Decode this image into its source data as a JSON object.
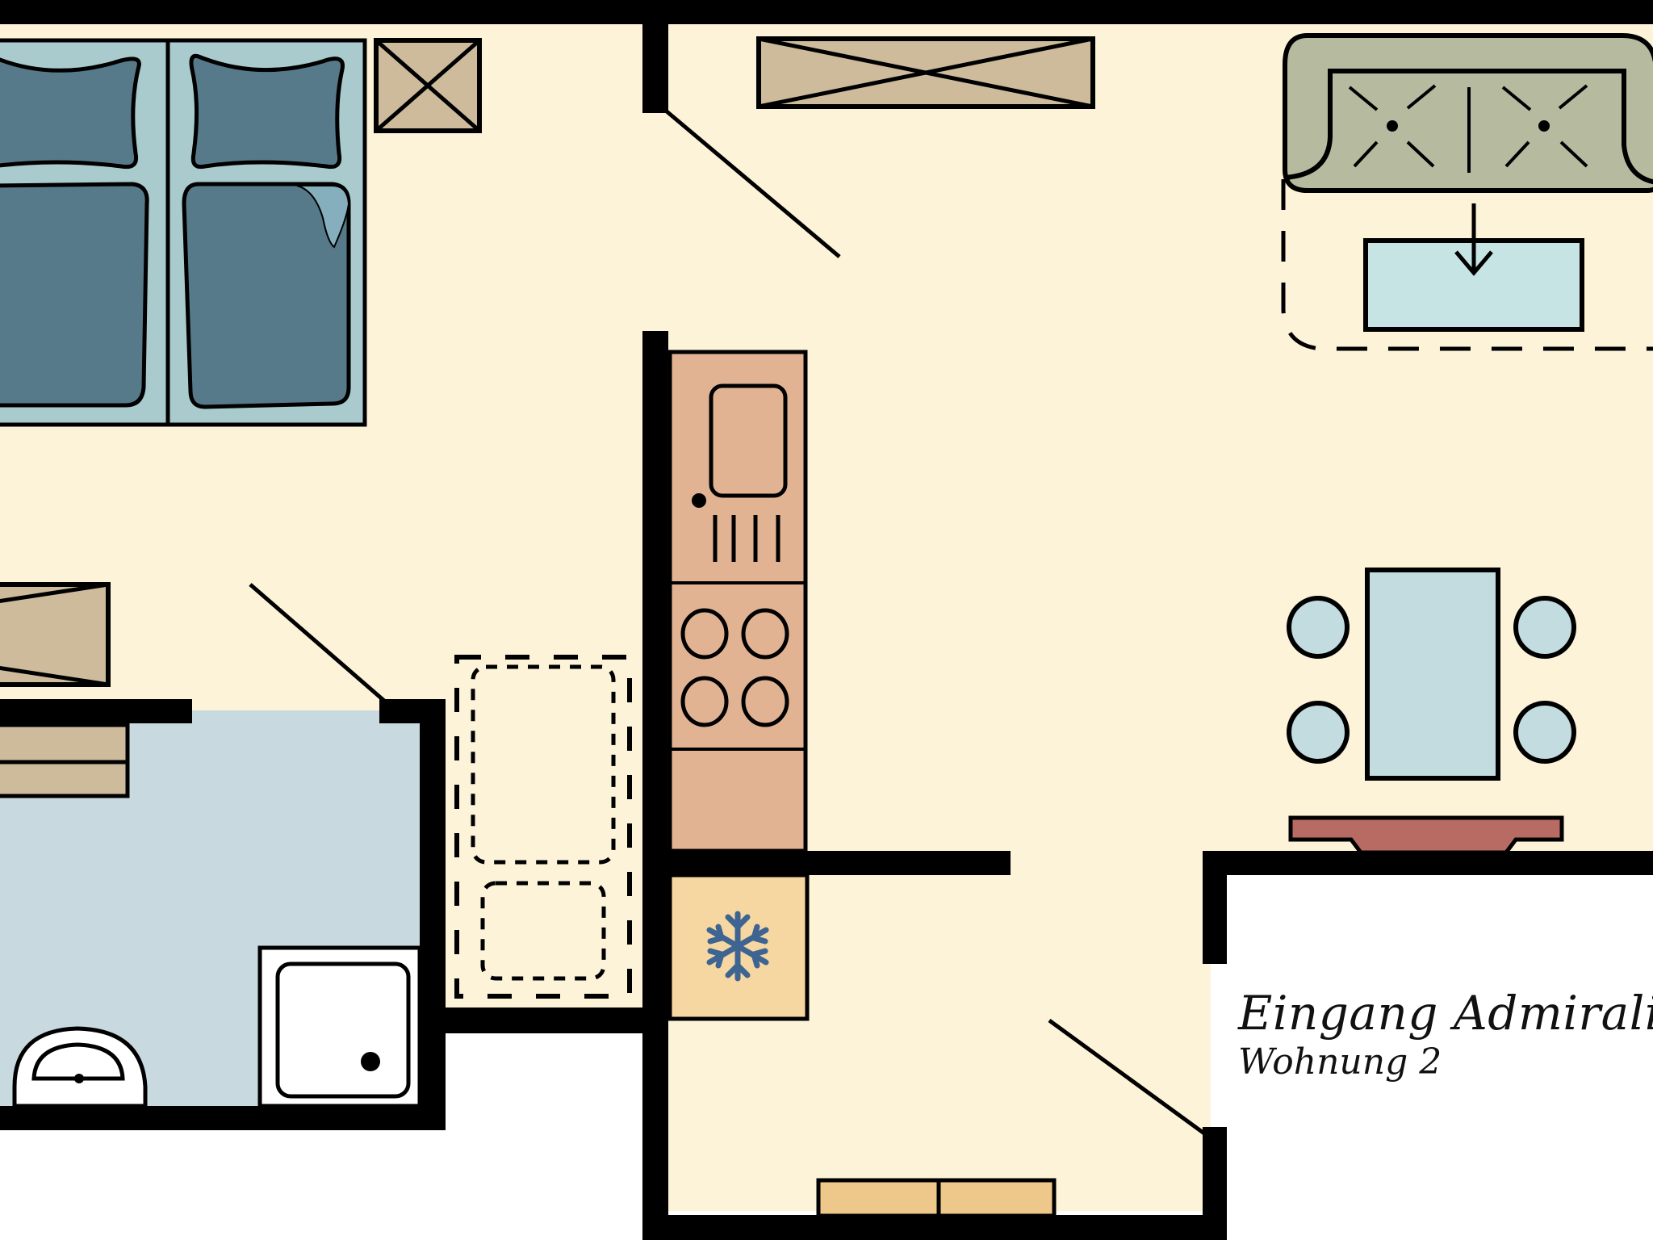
{
  "plan": {
    "title": "Eingang Admiralität",
    "title_visible": "Eingang Admiralit",
    "subtitle": "Wohnung 2"
  },
  "colors": {
    "floor": "#FDF3D8",
    "bathroom_floor": "#C8DADF",
    "outside": "#FFFFFF",
    "wall": "#000000",
    "bed_frame": "#A9CBCE",
    "bed_cover": "#577A8A",
    "cabinet": "#CDBB9C",
    "sofa": "#B6BBA0",
    "coffee_table": "#C6E4E3",
    "dining_table": "#C2DCDF",
    "kitchen_counter": "#E2B393",
    "fridge": "#F6D7A1",
    "snowflake": "#3E6491",
    "tv_console": "#B76B63",
    "shoe_bench": "#EEC88A",
    "shower": "#FFFFFF"
  },
  "rooms": [
    {
      "name": "bedroom",
      "label": ""
    },
    {
      "name": "living-dining",
      "label": ""
    },
    {
      "name": "kitchen",
      "label": ""
    },
    {
      "name": "bathroom",
      "label": ""
    },
    {
      "name": "entrance-hall",
      "label": ""
    }
  ],
  "furniture": [
    {
      "id": "double-bed",
      "type": "bed"
    },
    {
      "id": "nightstand",
      "type": "cabinet"
    },
    {
      "id": "wardrobe-top",
      "type": "cabinet"
    },
    {
      "id": "wardrobe-left",
      "type": "cabinet"
    },
    {
      "id": "sofa",
      "type": "sofa",
      "seats": 2
    },
    {
      "id": "coffee-table",
      "type": "table"
    },
    {
      "id": "dining-table",
      "type": "table",
      "chairs": 4
    },
    {
      "id": "tv-console",
      "type": "console"
    },
    {
      "id": "kitchen-sink",
      "type": "sink"
    },
    {
      "id": "stove",
      "type": "cooktop",
      "burners": 4
    },
    {
      "id": "fridge",
      "type": "fridge"
    },
    {
      "id": "washer-dryer-space",
      "type": "dashed-area"
    },
    {
      "id": "shower",
      "type": "shower"
    },
    {
      "id": "washbasin",
      "type": "basin"
    },
    {
      "id": "bath-shelf",
      "type": "shelf"
    },
    {
      "id": "shoe-bench",
      "type": "bench"
    }
  ]
}
